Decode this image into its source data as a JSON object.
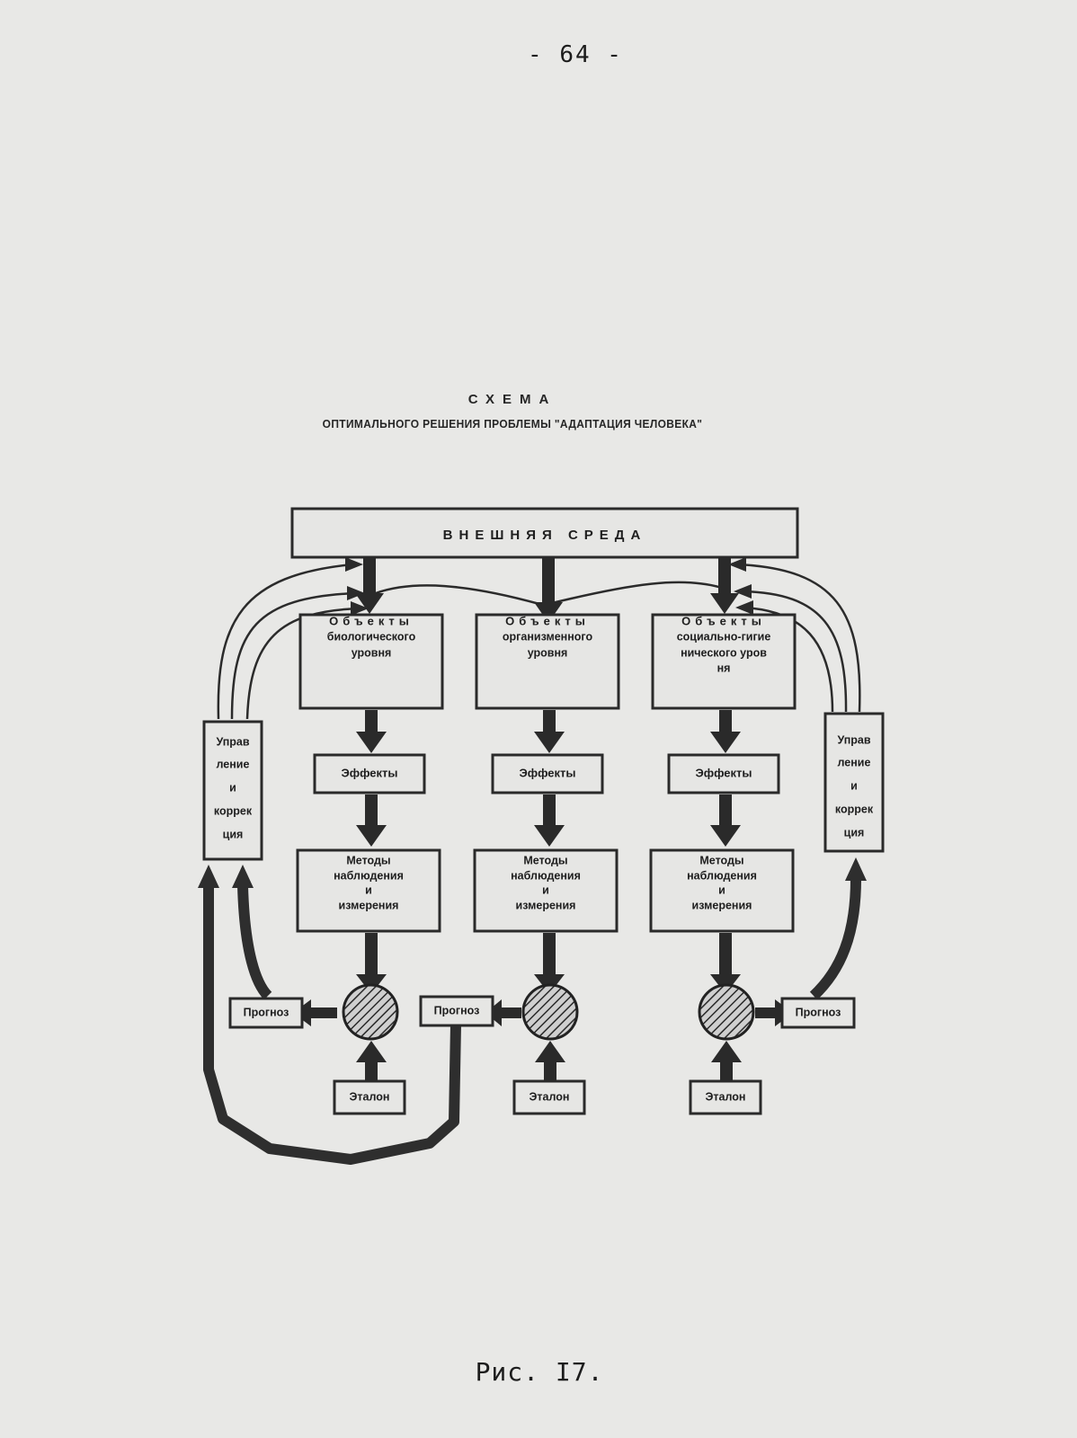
{
  "page_number": "- 64 -",
  "title": {
    "line1": "СХЕМА",
    "line2": "ОПТИМАЛЬНОГО РЕШЕНИЯ ПРОБЛЕМЫ \"АДАПТАЦИЯ ЧЕЛОВЕКА\""
  },
  "diagram": {
    "environment": "ВНЕШНЯЯ СРЕДА",
    "columns": [
      {
        "objects": [
          "Объекты",
          "биологического",
          "уровня"
        ],
        "effects": "Эффекты",
        "methods": [
          "Методы",
          "наблюдения",
          "и",
          "измерения"
        ],
        "standard": "Эталон"
      },
      {
        "objects": [
          "Объекты",
          "организменного",
          "уровня"
        ],
        "effects": "Эффекты",
        "methods": [
          "Методы",
          "наблюдения",
          "и",
          "измерения"
        ],
        "standard": "Эталон"
      },
      {
        "objects": [
          "Объекты",
          "социально-гигие",
          "нического уров",
          "ня"
        ],
        "effects": "Эффекты",
        "methods": [
          "Методы",
          "наблюдения",
          "и",
          "измерения"
        ],
        "standard": "Эталон"
      }
    ],
    "forecast_left": "Прогноз",
    "forecast_middle": "Прогноз",
    "forecast_right": "Прогноз",
    "control_left": [
      "Управ",
      "ление",
      "и",
      "коррек",
      "ция"
    ],
    "control_right": [
      "Управ",
      "ление",
      "и",
      "коррек",
      "ция"
    ]
  },
  "caption": "Рис. I7."
}
